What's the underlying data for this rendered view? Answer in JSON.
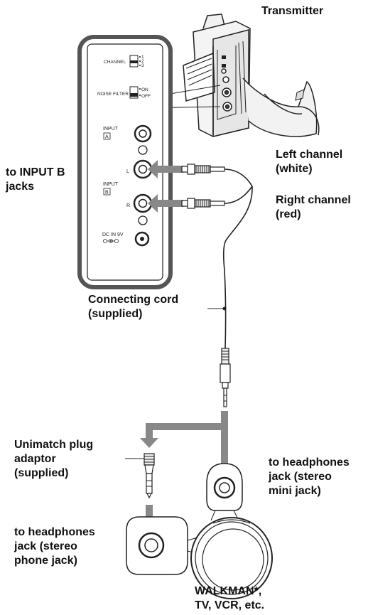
{
  "labels": {
    "transmitter": "Transmitter",
    "input_b_line1": "to INPUT B",
    "input_b_line2": "jacks",
    "left_line1": "Left channel",
    "left_line2": "(white)",
    "right_line1": "Right channel",
    "right_line2": "(red)",
    "cord_line1": "Connecting cord",
    "cord_line2": "(supplied)",
    "unimatch_line1": "Unimatch plug",
    "unimatch_line2": "adaptor",
    "unimatch_line3": "(supplied)",
    "mini_line1": "to headphones",
    "mini_line2": "jack (stereo",
    "mini_line3": "mini jack)",
    "phone_line1": "to headphones",
    "phone_line2": "jack (stereo",
    "phone_line3": "phone jack)",
    "device_line1": "WALKMAN*,",
    "device_line2": "TV, VCR, etc."
  },
  "panel": {
    "channel": "CHANNEL",
    "ch1": "1",
    "ch2": "2",
    "ch3": "3",
    "noise_filter": "NOISE FILTER",
    "on": "ON",
    "off": "OFF",
    "input": "INPUT",
    "input_a": "A",
    "input_b": "B",
    "l": "L",
    "r": "R",
    "dc_in": "DC IN 9V"
  }
}
